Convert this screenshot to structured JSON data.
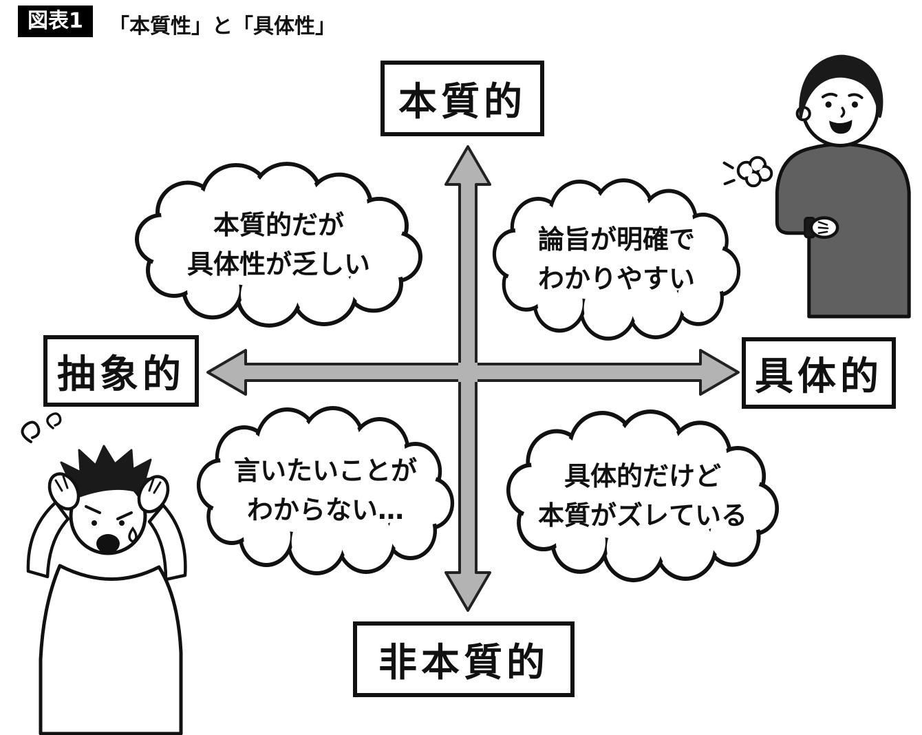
{
  "figure": {
    "badge": "図表1",
    "title": "「本質性」と「具体性」"
  },
  "axis_labels": {
    "top": "本質的",
    "bottom": "非本質的",
    "left": "抽象的",
    "right": "具体的"
  },
  "bubbles": {
    "top_left": [
      "本質的だが",
      "具体性が乏しい"
    ],
    "top_right": [
      "論旨が明確で",
      "わかりやすい"
    ],
    "bottom_left": [
      "言いたいことが",
      "わからない…"
    ],
    "bottom_right": [
      "具体的だけど",
      "本質がズレている"
    ]
  },
  "characters": {
    "top_right": "smiling man in sweater checking his wristwatch",
    "bottom_left": "distressed man holding his head and crying"
  },
  "icons": {
    "breath_puff": "puff-cloud-shape",
    "dizzy_squiggle": "spiral-squiggle-shape"
  },
  "colors": {
    "background": "#ffffff",
    "outline": "#111111",
    "arrow_fill": "#b3b3b3",
    "badge_background": "#000000",
    "badge_text": "#ffffff",
    "sweater": "#606060",
    "hair": "#1a1a1a"
  }
}
